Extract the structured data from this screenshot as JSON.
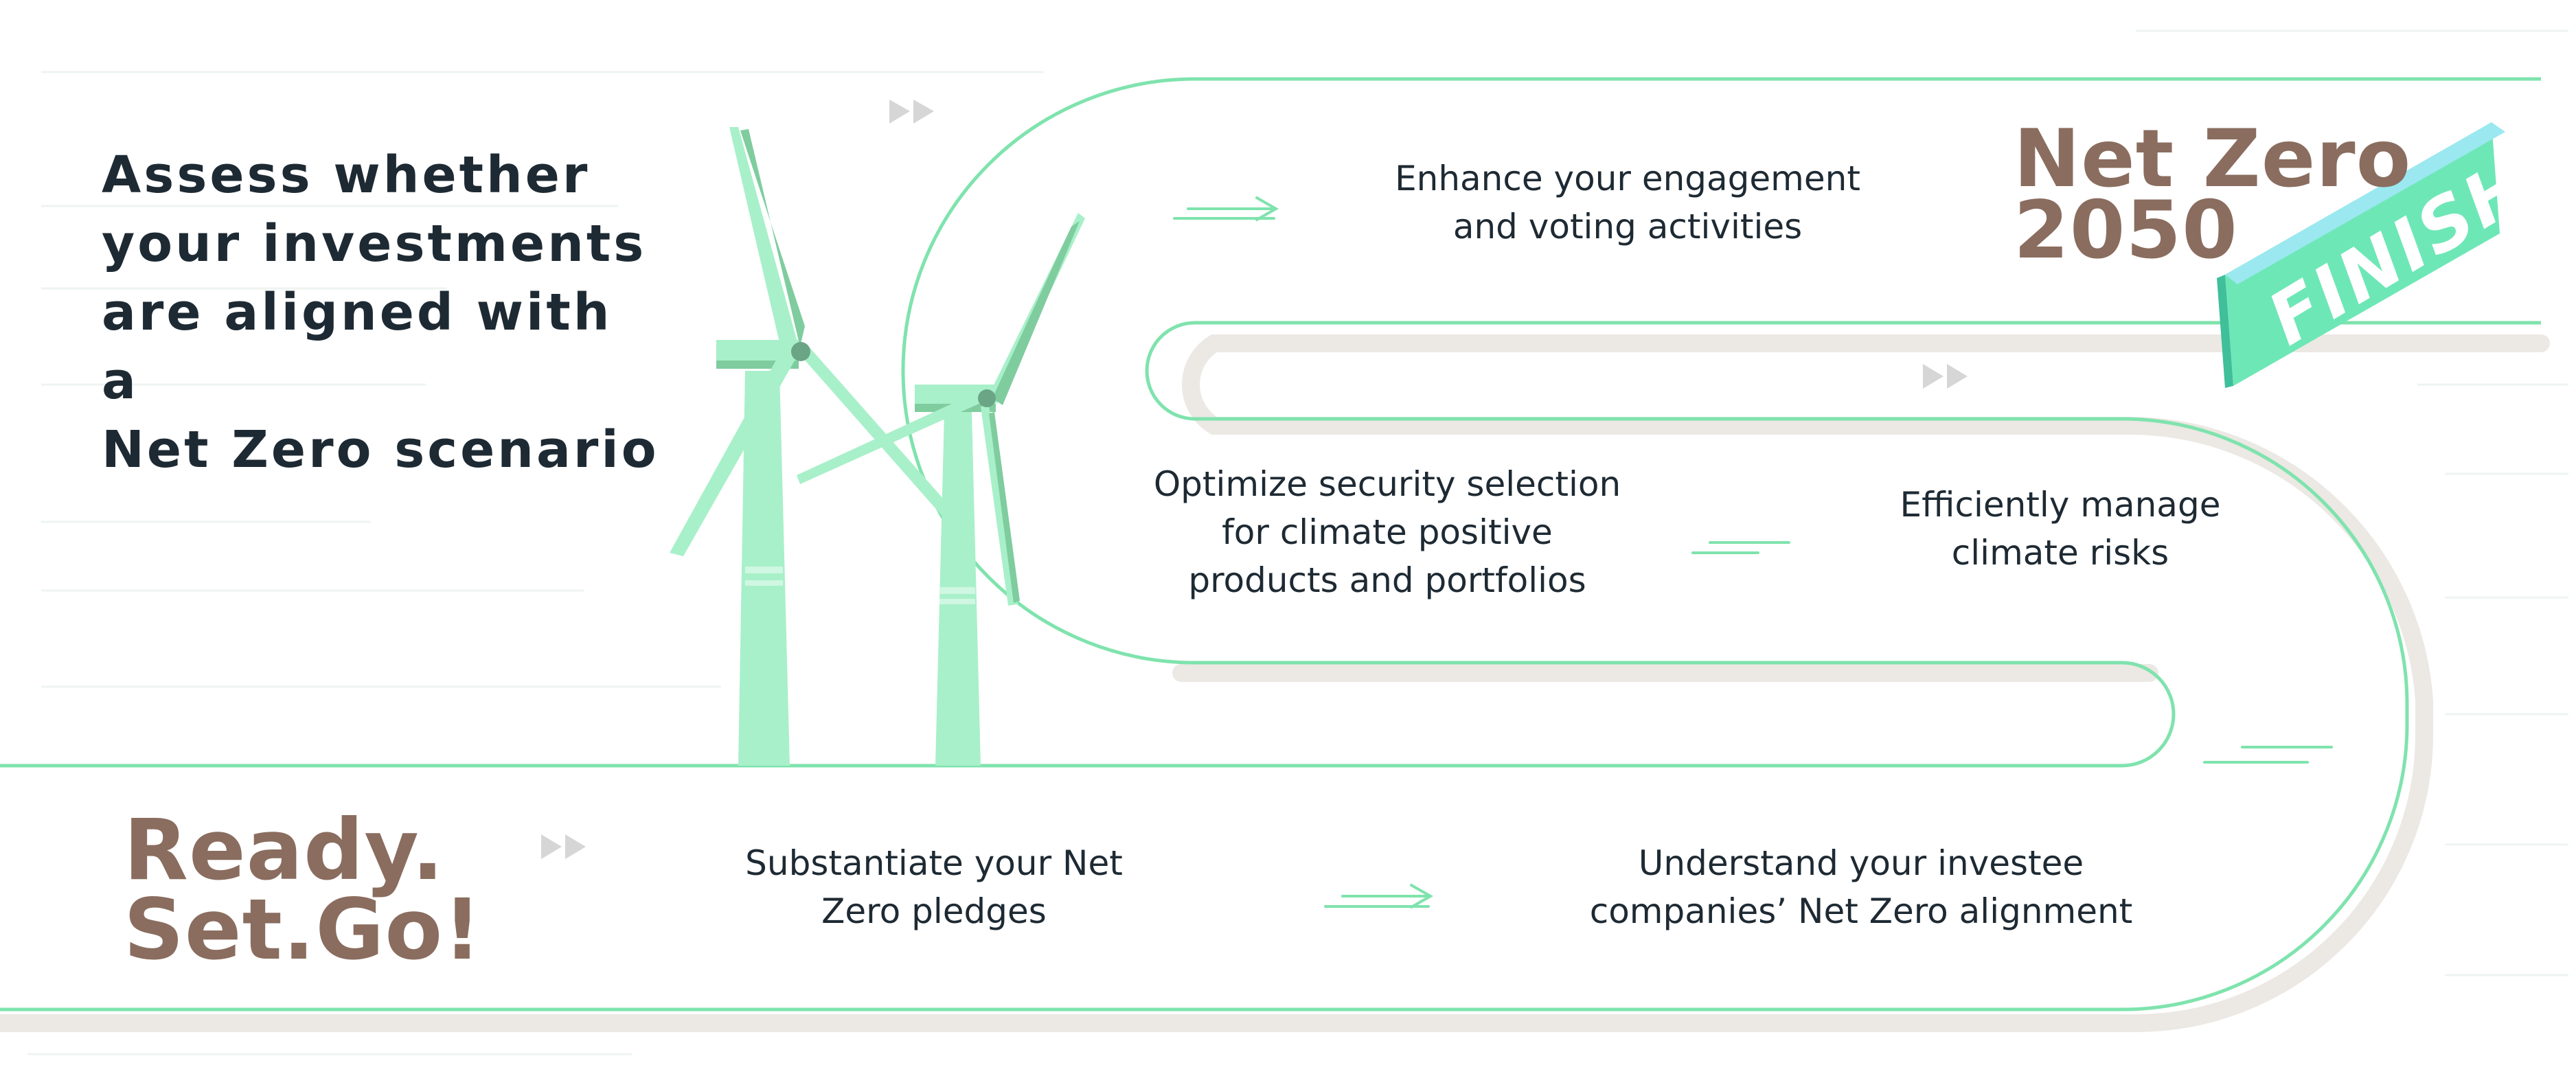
{
  "headline": "Assess whether\nyour investments\nare aligned with a\nNet Zero scenario",
  "start_label": "Ready.\nSet.Go!",
  "goal_label": "Net Zero\n2050",
  "finish_label": "FINISH",
  "steps": [
    {
      "text": "Substantiate your Net\nZero pledges"
    },
    {
      "text": "Understand your investee\ncompanies’ Net Zero alignment"
    },
    {
      "text": "Efficiently manage\nclimate risks"
    },
    {
      "text": "Optimize security selection\nfor climate positive\nproducts and portfolios"
    },
    {
      "text": "Enhance your engagement\nand voting activities"
    }
  ],
  "colors": {
    "path_stroke": "#7fe3ad",
    "turbine": "#a8f0c9",
    "turbine_shade": "#7fcc9f",
    "hub": "#6aa585",
    "brown_text": "#8a6d5f",
    "dark_text": "#1e2a33",
    "finish_block": "#6ee7b7",
    "shadow": "#ece8e4",
    "chevron": "#d4d4d4"
  },
  "icons": [
    "wind-turbine-icon",
    "fast-forward-icon",
    "arrow-right-icon",
    "arrow-left-icon",
    "finish-banner-icon"
  ]
}
